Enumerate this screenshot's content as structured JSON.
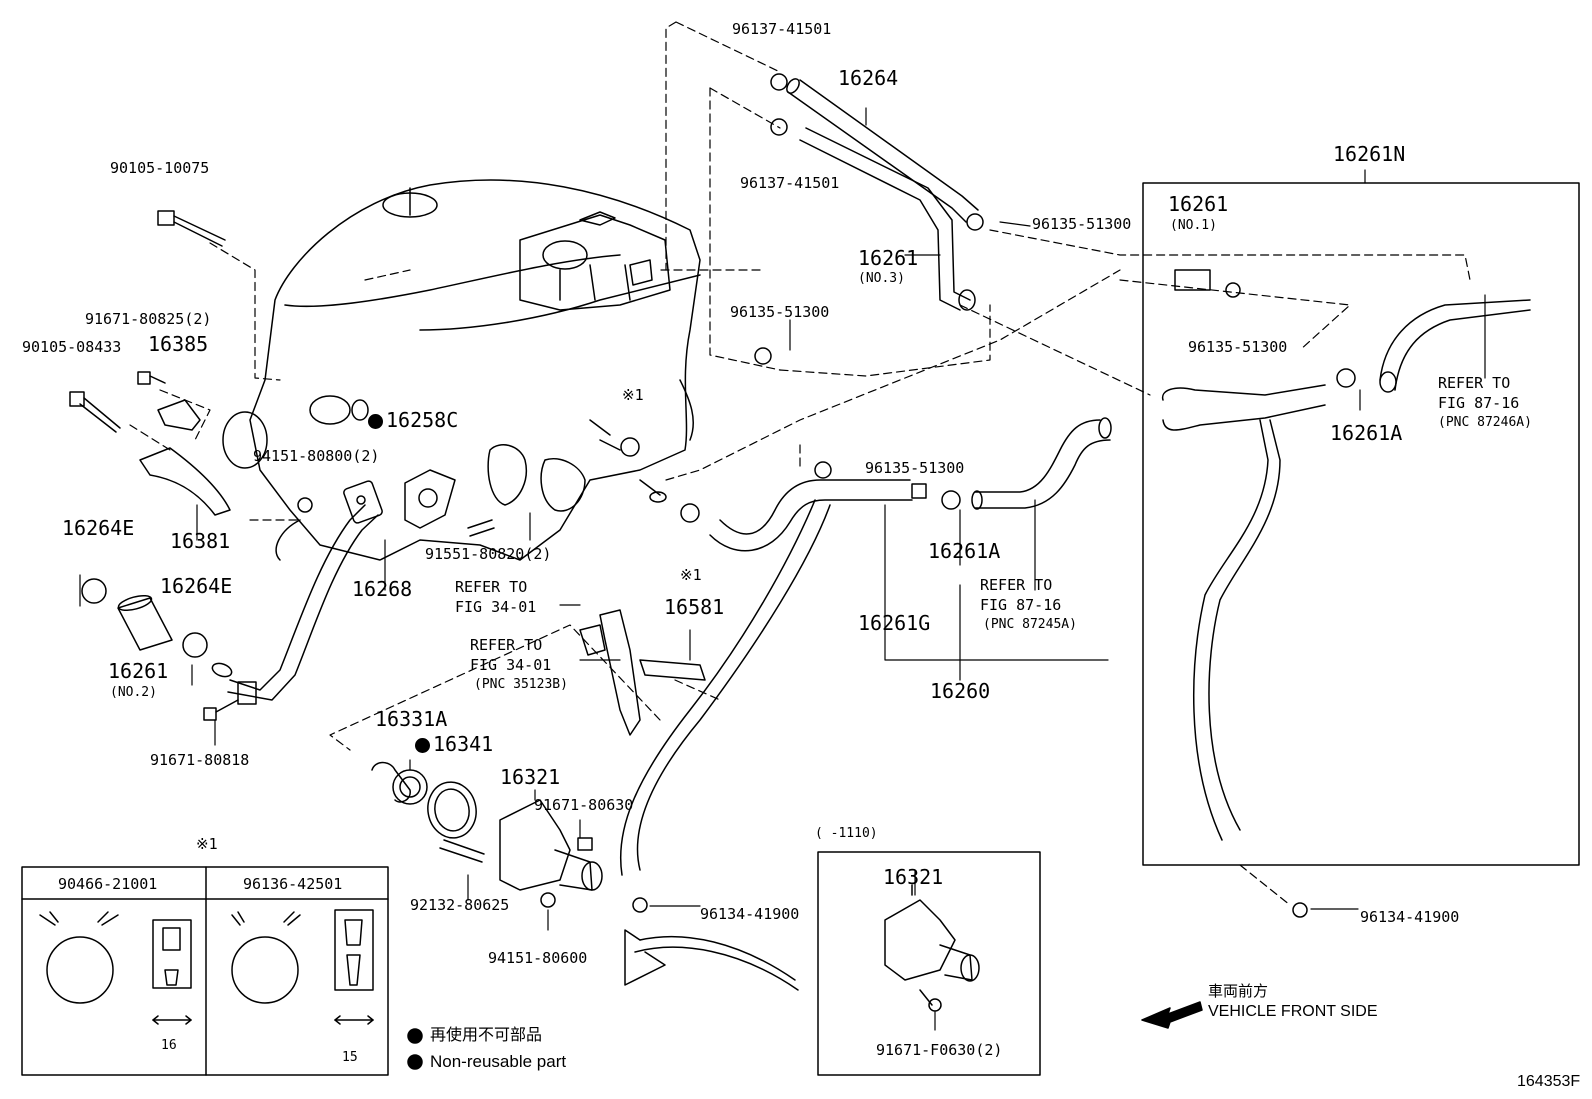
{
  "labels": {
    "p96137_41501_top": "96137-41501",
    "p16264": "16264",
    "p96137_41501_mid": "96137-41501",
    "p16261N": "16261N",
    "p90105_10075": "90105-10075",
    "p96135_51300_a": "96135-51300",
    "p16261_a": "16261",
    "no1": "(NO.1)",
    "p16261_b": "16261",
    "no3": "(NO.3)",
    "p96135_51300_b": "96135-51300",
    "p96135_51300_c": "96135-51300",
    "p91671_80825": "91671-80825(2)",
    "p90105_08433": "90105-08433",
    "p16385": "16385",
    "refer_to_1": "REFER TO",
    "fig_87_16_1": "FIG 87-16",
    "pnc_87246A": "(PNC 87246A)",
    "p16261A_right": "16261A",
    "kome1_a": "※1",
    "p16258C": "16258C",
    "p94151_80800": "94151-80800(2)",
    "p96135_51300_d": "96135-51300",
    "p16264E_a": "16264E",
    "p16381": "16381",
    "p16261A_mid": "16261A",
    "kome1_b": "※1",
    "refer_to_2": "REFER TO",
    "fig_87_16_2": "FIG 87-16",
    "pnc_87245A": "(PNC 87245A)",
    "p91551_80820": "91551-80820(2)",
    "p16268": "16268",
    "p16264E_b": "16264E",
    "refer_to_3": "REFER TO",
    "fig_34_01_a": "FIG 34-01",
    "p16581": "16581",
    "p16261G": "16261G",
    "refer_to_4": "REFER TO",
    "fig_34_01_b": "FIG 34-01",
    "pnc_35123B": "(PNC 35123B)",
    "p16261_c": "16261",
    "no2": "(NO.2)",
    "p16260": "16260",
    "p16331A": "16331A",
    "p16341": "16341",
    "p91671_80818": "91671-80818",
    "p16321_a": "16321",
    "p91671_80630": "91671-80630",
    "range_1110": "(    -1110)",
    "kome1_c": "※1",
    "p16321_b": "16321",
    "p90466_21001": "90466-21001",
    "p96136_42501": "96136-42501",
    "p92132_80625": "92132-80625",
    "p96134_41900_a": "96134-41900",
    "p96134_41900_b": "96134-41900",
    "p94151_80600": "94151-80600",
    "dim_16": "16",
    "dim_15": "15",
    "jp_front": "車両前方",
    "en_front": "VEHICLE FRONT SIDE",
    "jp_nonreuse": "再使用不可部品",
    "en_nonreuse": "Non-reusable part",
    "p91671_F0630": "91671-F0630(2)",
    "fig_code": "164353F"
  }
}
